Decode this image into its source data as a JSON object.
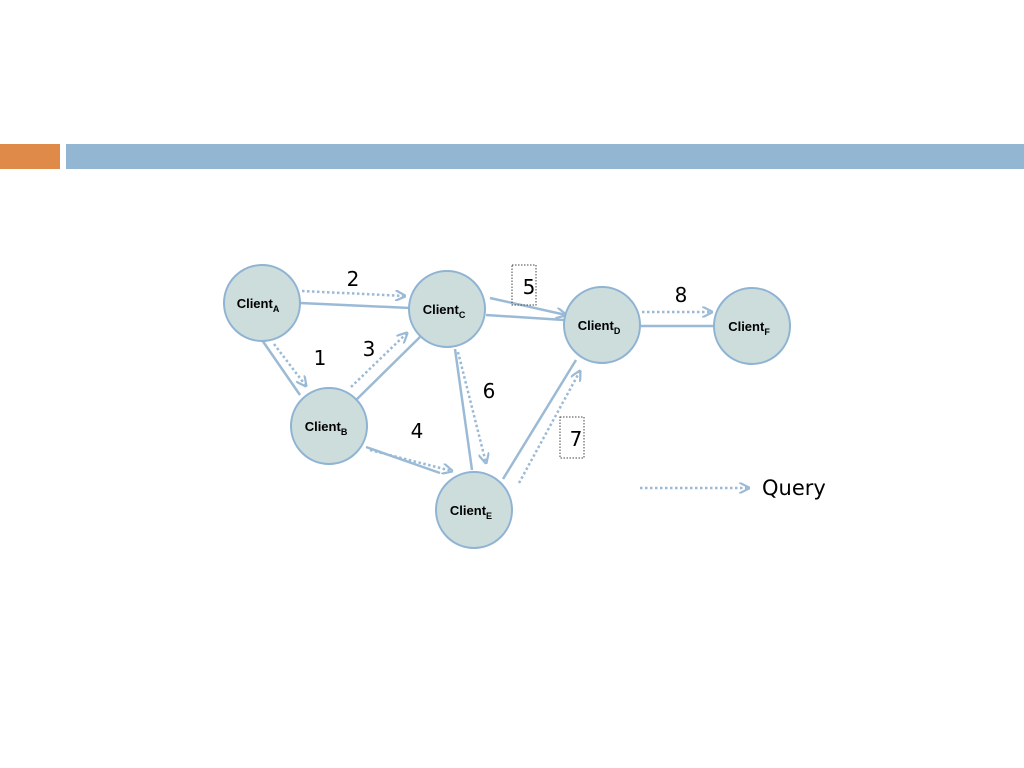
{
  "colors": {
    "accent": "#E08A4A",
    "header_bar": "#93B6D3",
    "node_fill": "#CCDDDC",
    "node_stroke": "#8FB3D3",
    "edge": "#9BBAD6"
  },
  "nodes": {
    "a": {
      "name": "Client",
      "sub": "A"
    },
    "b": {
      "name": "Client",
      "sub": "B"
    },
    "c": {
      "name": "Client",
      "sub": "C"
    },
    "d": {
      "name": "Client",
      "sub": "D"
    },
    "e": {
      "name": "Client",
      "sub": "E"
    },
    "f": {
      "name": "Client",
      "sub": "F"
    }
  },
  "steps": {
    "s1": "1",
    "s2": "2",
    "s3": "3",
    "s4": "4",
    "s5": "5",
    "s6": "6",
    "s7": "7",
    "s8": "8"
  },
  "legend": {
    "query_label": "Query"
  }
}
